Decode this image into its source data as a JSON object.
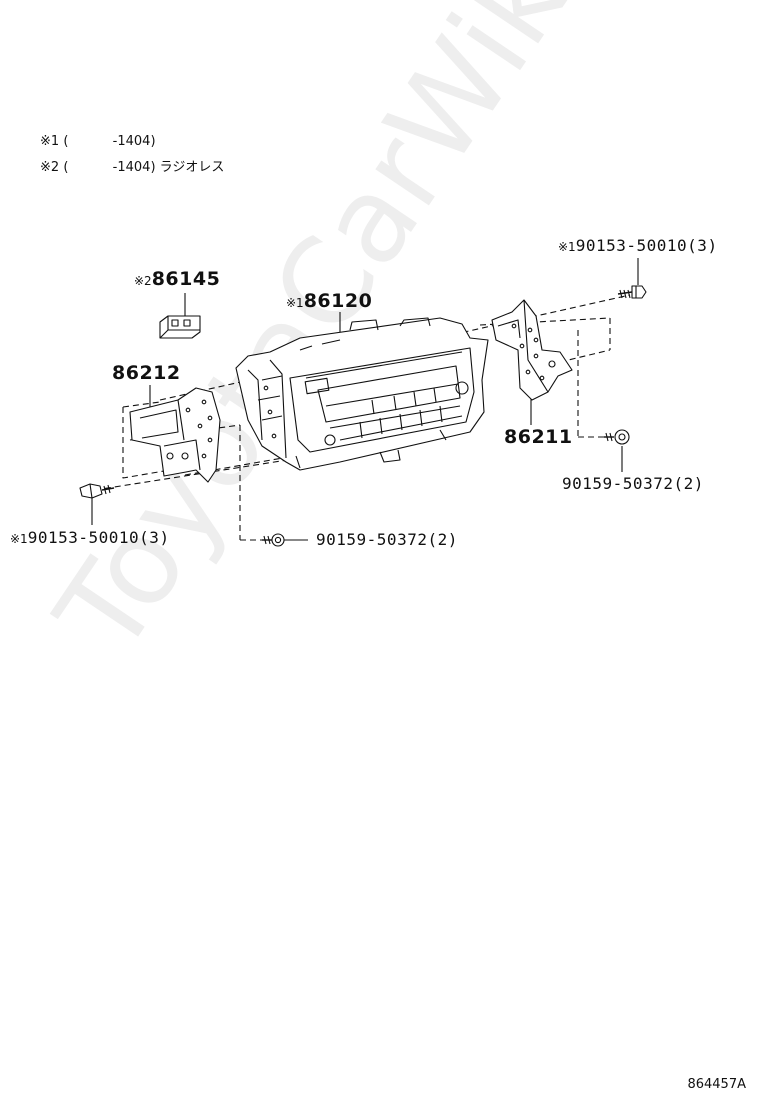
{
  "notes": [
    {
      "mark": "※1",
      "paren_open": "(",
      "range": "-1404)",
      "suffix": ""
    },
    {
      "mark": "※2",
      "paren_open": "(",
      "range": "-1404)",
      "suffix": "ラジオレス"
    }
  ],
  "parts": {
    "p86145": {
      "mark": "※2",
      "number": "86145"
    },
    "p86120": {
      "mark": "※1",
      "number": "86120"
    },
    "p86212": {
      "number": "86212"
    },
    "p86211": {
      "number": "86211"
    },
    "bolt_top_right": {
      "mark": "※1",
      "number": "90153-50010",
      "qty": "(3)"
    },
    "bolt_left": {
      "mark": "※1",
      "number": "90153-50010",
      "qty": "(3)"
    },
    "screw_right": {
      "number": "90159-50372",
      "qty": "(2)"
    },
    "screw_center": {
      "number": "90159-50372",
      "qty": "(2)"
    }
  },
  "watermark": "ToyotaCarWiki.ru",
  "diagram_code": "864457A",
  "colors": {
    "ink": "#111111",
    "watermark": "#eeeeee"
  }
}
